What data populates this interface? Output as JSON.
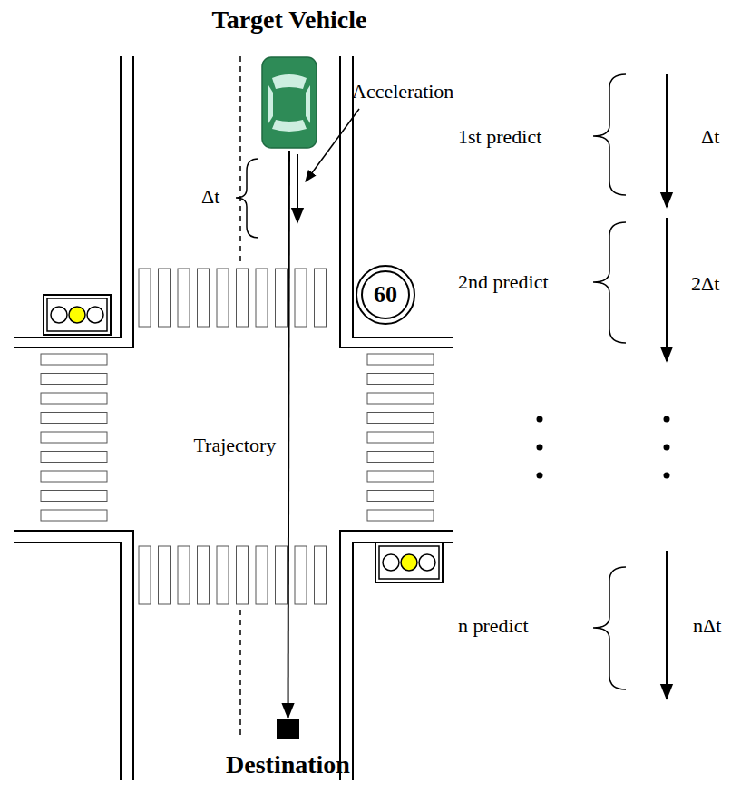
{
  "diagram": {
    "nodes": [
      {
        "text": [
          "Target Vehicle"
        ]
      },
      {
        "text": [
          "60"
        ]
      },
      {
        "text": [
          "Destination"
        ]
      }
    ],
    "edges": [
      {
        "from": 0,
        "to": 2,
        "arrow": "to",
        "label": "Trajectory"
      }
    ],
    "labels": [
      "Acceleration",
      "Δt",
      "1st predict",
      "Δt",
      "2nd predict",
      "2Δt",
      "n predict",
      "nΔt"
    ]
  }
}
